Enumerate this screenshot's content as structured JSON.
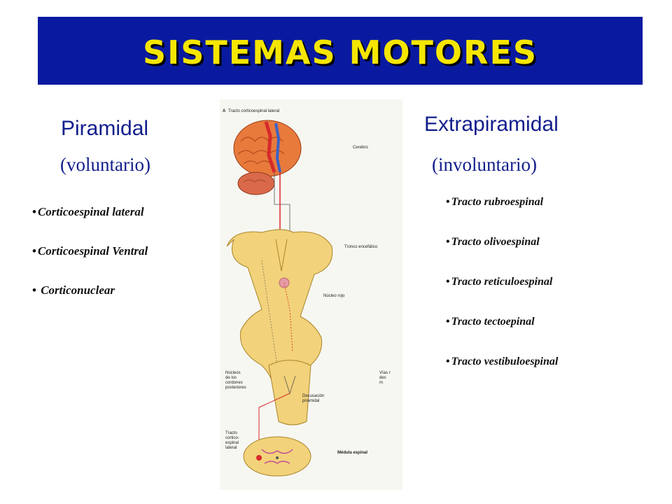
{
  "title": "SISTEMAS MOTORES",
  "left": {
    "heading": "Piramidal",
    "subheading": "(voluntario)",
    "bullet": "•",
    "items": [
      "Corticoespinal lateral",
      "Corticoespinal Ventral",
      " Corticonuclear"
    ]
  },
  "right": {
    "heading": "Extrapiramidal",
    "subheading": "(involuntario)",
    "bullet": "•",
    "items": [
      "Tracto rubroespinal",
      "Tracto olivoespinal",
      "Tracto reticuloespinal",
      "Tracto tectoepinal",
      "Tracto vestibuloespinal"
    ]
  },
  "figure": {
    "panel_letter": "A",
    "caption": "Tracto corticoespinal lateral",
    "labels": {
      "brain": "Cerebro",
      "brainstem": "Tronco encefálico",
      "red_nucleus": "Núcleo rojo",
      "dorsal_nuclei": [
        "Núcleos",
        "de los",
        "cordones",
        "posteriores"
      ],
      "decussation": [
        "Decusación",
        "piramidal"
      ],
      "lateral_tract": [
        "Tracto",
        "cortico-",
        "espinal",
        "lateral"
      ],
      "spinal_cord": "Médula espinal",
      "pathways": [
        "Vías r",
        "des",
        "m"
      ]
    }
  },
  "colors": {
    "title_bg": "#0a1aa0",
    "title_text": "#f5e600",
    "heading_text": "#111e8c",
    "brain": "#e87a3c",
    "brainstem": "#f2d27a",
    "tract_red": "#d62a2a",
    "tract_blue": "#3a62c8"
  }
}
